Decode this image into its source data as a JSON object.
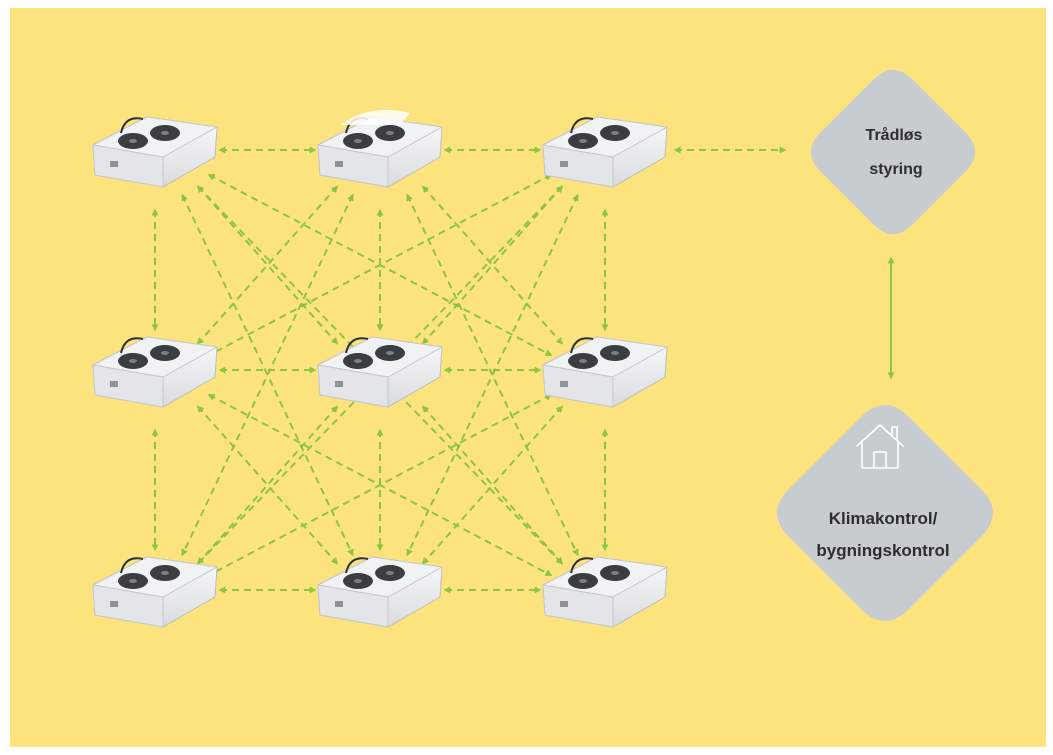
{
  "colors": {
    "background": "#FCE37E",
    "frame": "#FFFFFF",
    "arrow": "#8CC63F",
    "diamond": "#C7CCD1",
    "diamond_text": "#2E2E2E",
    "unit_body": "#F1F2F3",
    "unit_fan": "#3A3E42"
  },
  "units": {
    "count": 9,
    "grid": "3x3",
    "description_icon": "fan-coil-unit-icon"
  },
  "links": {
    "style": "dashed bidirectional",
    "wireless_to_climate": "solid bidirectional"
  },
  "wireless": {
    "line1": "Trådløs",
    "line2": "styring"
  },
  "climate": {
    "icon": "house-outline-icon",
    "line1": "Klimakontrol/",
    "line2": "bygningskontrol"
  }
}
